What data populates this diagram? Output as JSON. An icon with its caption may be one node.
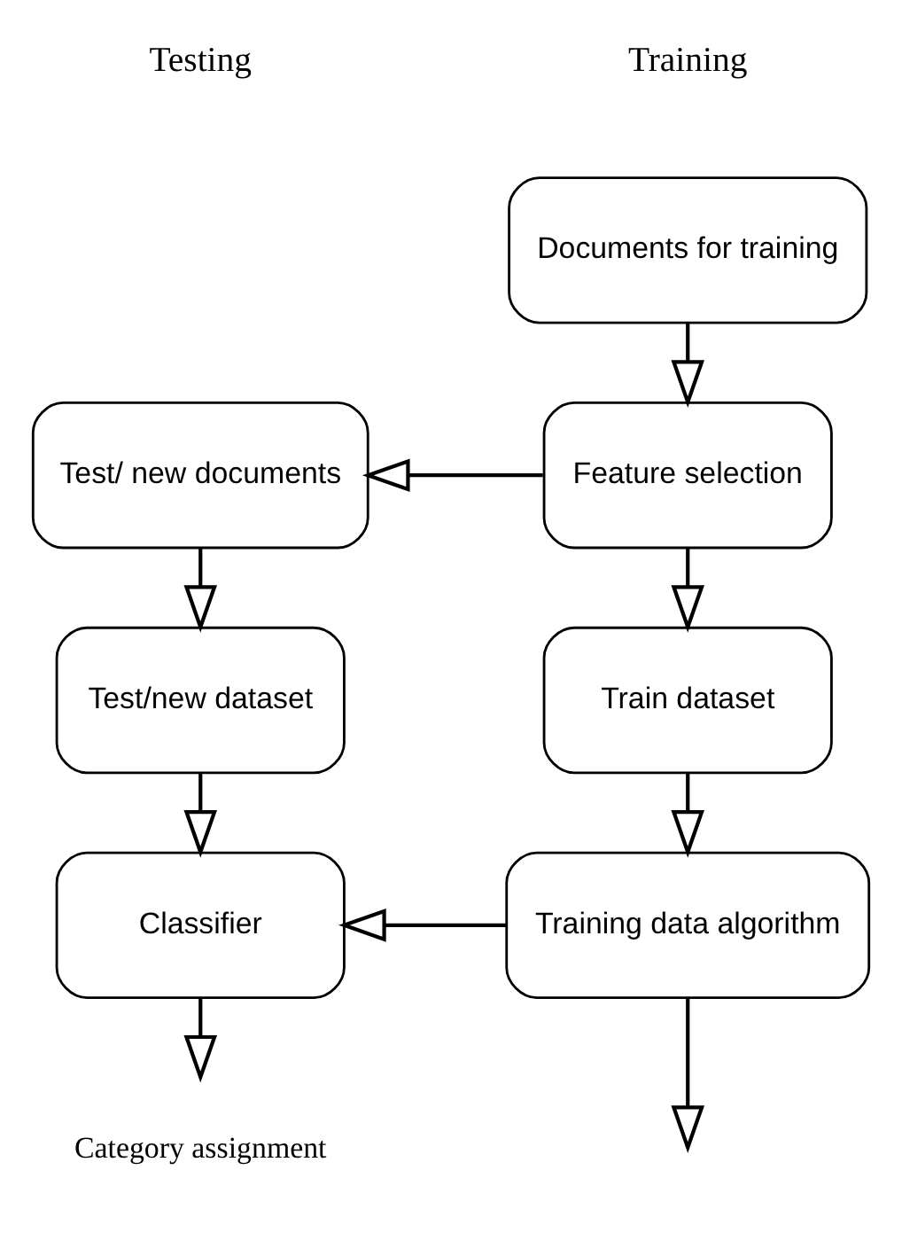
{
  "diagram": {
    "nodes": [
      {
        "text": [
          "Documents for training"
        ]
      },
      {
        "text": [
          "Feature selection"
        ]
      },
      {
        "text": [
          "Train dataset"
        ]
      },
      {
        "text": [
          "Training data algorithm"
        ]
      },
      {
        "text": [
          "Test/ new documents"
        ]
      },
      {
        "text": [
          "Test/new dataset"
        ]
      },
      {
        "text": [
          "Classifier"
        ]
      },
      {
        "text": [
          "Category assignment"
        ]
      }
    ],
    "edges": [
      {
        "from": 0,
        "to": 1,
        "arrow": "to"
      },
      {
        "from": 1,
        "to": 2,
        "arrow": "to"
      },
      {
        "from": 2,
        "to": 3,
        "arrow": "to"
      },
      {
        "from": 3,
        "to": null,
        "arrow": "to"
      },
      {
        "from": 1,
        "to": 4,
        "arrow": "to"
      },
      {
        "from": 4,
        "to": 5,
        "arrow": "to"
      },
      {
        "from": 5,
        "to": 6,
        "arrow": "to"
      },
      {
        "from": 3,
        "to": 6,
        "arrow": "to"
      },
      {
        "from": 6,
        "to": 7,
        "arrow": "to"
      }
    ],
    "labels": [
      "Training",
      "Testing"
    ]
  }
}
